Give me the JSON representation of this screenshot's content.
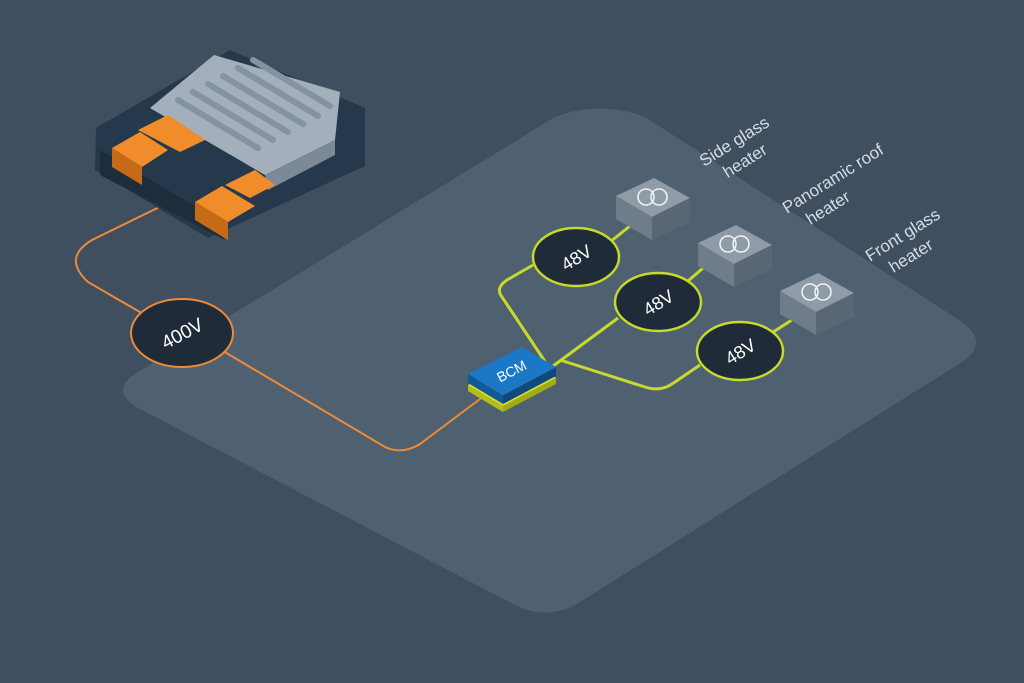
{
  "colors": {
    "background": "#404f60",
    "platform": "#4f6171",
    "high_voltage_line": "#e98b3a",
    "low_voltage_line": "#c7da2b",
    "node_fill": "#1f2b38",
    "bcm_top": "#1b78c6",
    "bcm_base": "#d9e32a",
    "heater_box_top": "#8f9ca8",
    "label_text": "#d4dce4"
  },
  "icons": {
    "battery": "battery-pack-icon",
    "heater": "heater-coil-icon"
  },
  "battery_node": {
    "voltage": "400V"
  },
  "control_module": {
    "label": "BCM"
  },
  "low_voltage_nodes": [
    {
      "voltage": "48V"
    },
    {
      "voltage": "48V"
    },
    {
      "voltage": "48V"
    }
  ],
  "heaters": [
    {
      "label_line1": "Side glass",
      "label_line2": "heater"
    },
    {
      "label_line1": "Panoramic roof",
      "label_line2": "heater"
    },
    {
      "label_line1": "Front glass",
      "label_line2": "heater"
    }
  ]
}
